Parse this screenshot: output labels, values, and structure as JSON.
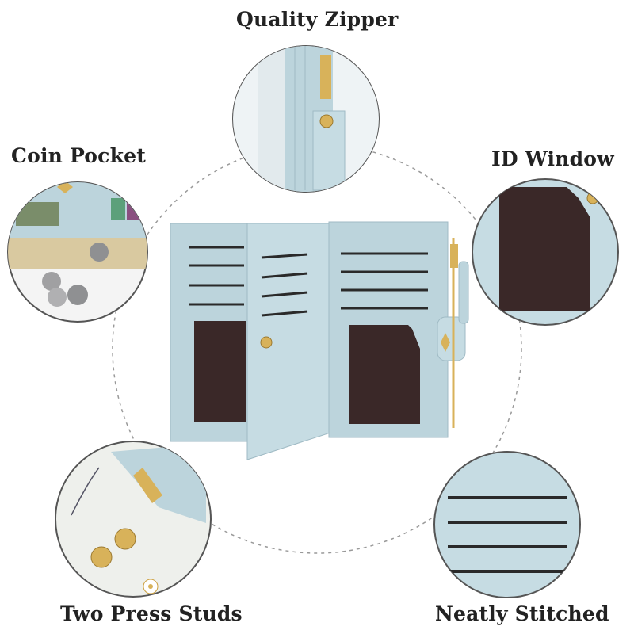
{
  "labels": {
    "zipper": "Quality Zipper",
    "coin": "Coin Pocket",
    "id_window": "ID Window",
    "studs": "Two Press Studs",
    "stitched": "Neatly Stitched"
  },
  "colors": {
    "leather": "#bcd4dc",
    "leather_dark": "#9fbac4",
    "window": "#3a2828",
    "gold": "#d8b25a",
    "slot": "#2a2a2a",
    "ring": "#8a8a8a"
  }
}
